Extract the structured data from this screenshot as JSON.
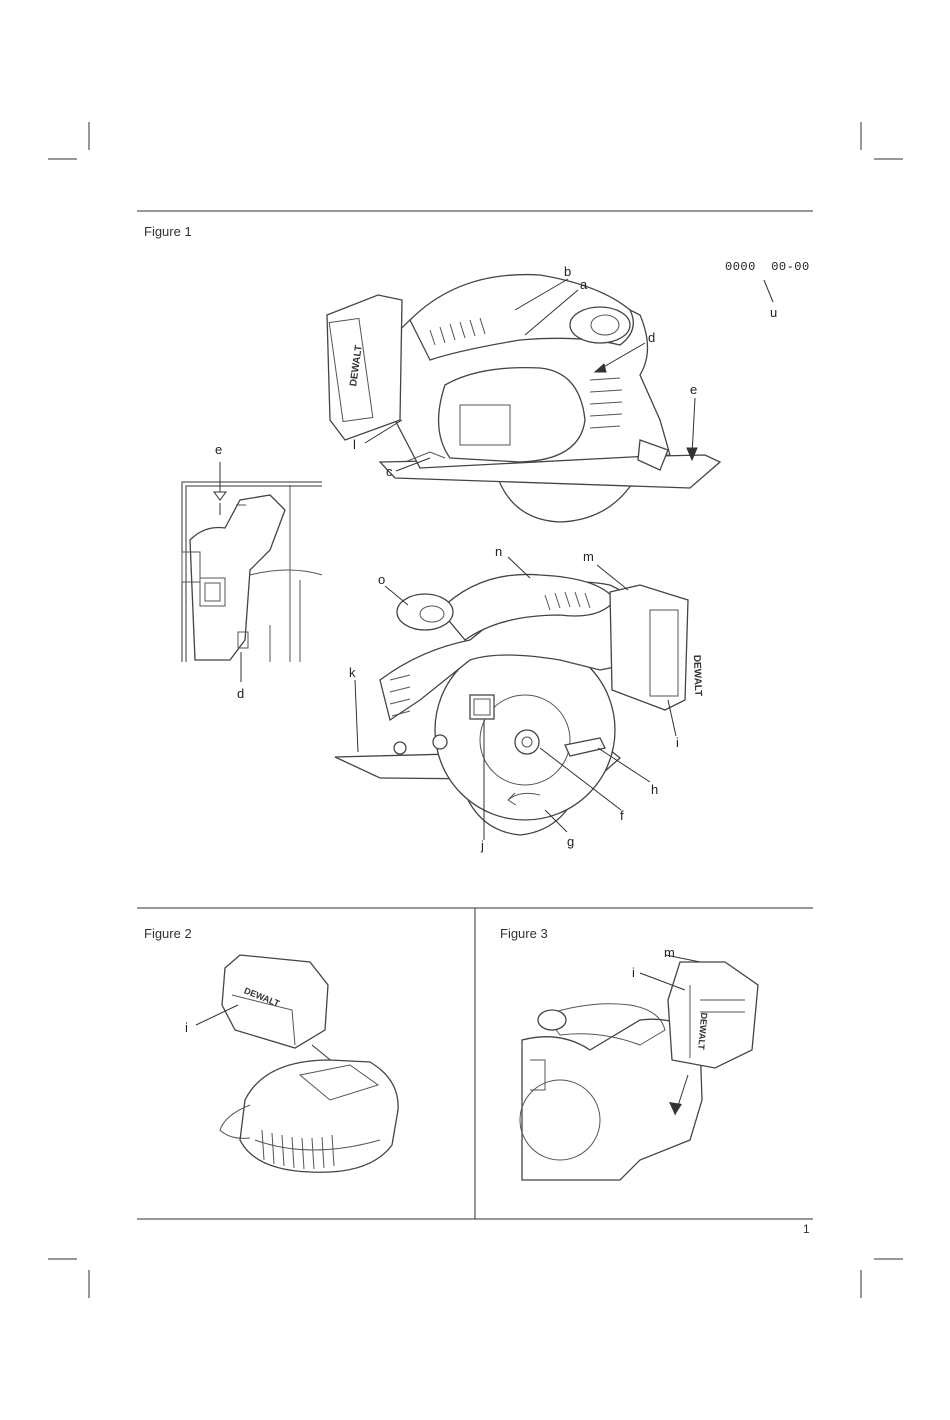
{
  "figures": {
    "fig1_label": "Figure 1",
    "fig2_label": "Figure 2",
    "fig3_label": "Figure 3"
  },
  "model_code": "0000  00-00",
  "callouts": {
    "a": "a",
    "b": "b",
    "c": "c",
    "d": "d",
    "e": "e",
    "f": "f",
    "g": "g",
    "h": "h",
    "i": "i",
    "j": "j",
    "k": "k",
    "l": "l",
    "m": "m",
    "n": "n",
    "o": "o",
    "u": "u"
  },
  "page_number": "1"
}
